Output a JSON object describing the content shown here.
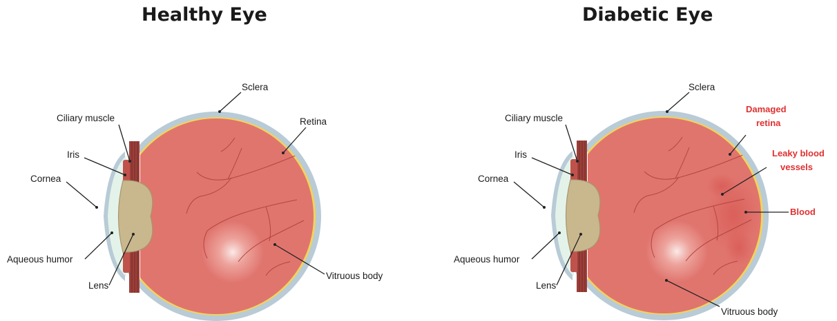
{
  "healthy": {
    "title": "Healthy Eye",
    "labels": {
      "sclera": "Sclera",
      "ciliary": "Ciliary muscle",
      "retina": "Retina",
      "iris": "Iris",
      "cornea": "Cornea",
      "aqueous": "Aqueous humor",
      "lens": "Lens",
      "vitreous": "Vitruous body"
    }
  },
  "diabetic": {
    "title": "Diabetic Eye",
    "labels": {
      "sclera": "Sclera",
      "ciliary": "Ciliary muscle",
      "iris": "Iris",
      "cornea": "Cornea",
      "aqueous": "Aqueous humor",
      "lens": "Lens",
      "vitreous": "Vitruous body",
      "damaged_line1": "Damaged",
      "damaged_line2": "retina",
      "leaky_line1": "Leaky blood",
      "leaky_line2": "vessels",
      "blood": "Blood"
    }
  },
  "colors": {
    "highlight_label": "#e03030",
    "sclera": "#b8cbd6",
    "vitreous": "#e0756e",
    "retina": "#f3d35a",
    "lens": "#c9b78e",
    "iris": "#c0524c",
    "cornea": "#e4f3ea"
  }
}
